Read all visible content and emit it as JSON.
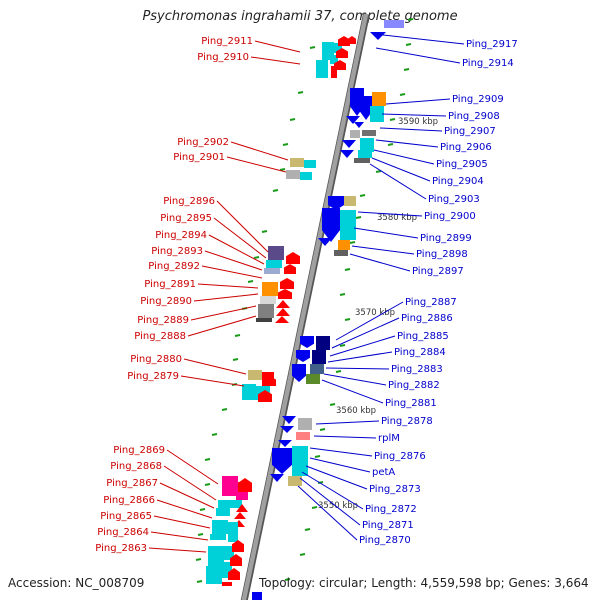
{
  "title": "Psychromonas ingrahamii 37, complete genome",
  "footer": {
    "accession": "Accession: NC_008709",
    "topology": "Topology: circular; Length: 4,559,598 bp; Genes: 3,664"
  },
  "colors": {
    "left_label": "#cc0000",
    "right_label": "#0000cc",
    "backbone_fill": "#a0a0a0",
    "backbone_edge": "#555555",
    "tick": "#1a9b1a",
    "red_gene": "#ff0000",
    "blue_gene": "#0000ee",
    "cyan_gene": "#00d0d8",
    "orange_gene": "#ff9000",
    "olive_gene": "#c8b870",
    "grey_gene": "#b0b0b0",
    "navy_gene": "#000080",
    "magenta_gene": "#ff0090"
  },
  "kbp_labels": [
    "3590 kbp",
    "3580 kbp",
    "3570 kbp",
    "3560 kbp",
    "3550 kbp"
  ],
  "left_labels": [
    "Ping_2911",
    "Ping_2910",
    "Ping_2902",
    "Ping_2901",
    "Ping_2896",
    "Ping_2895",
    "Ping_2894",
    "Ping_2893",
    "Ping_2892",
    "Ping_2891",
    "Ping_2890",
    "Ping_2889",
    "Ping_2888",
    "Ping_2880",
    "Ping_2879",
    "Ping_2869",
    "Ping_2868",
    "Ping_2867",
    "Ping_2866",
    "Ping_2865",
    "Ping_2864",
    "Ping_2863"
  ],
  "right_labels": [
    "Ping_2917",
    "Ping_2914",
    "Ping_2909",
    "Ping_2908",
    "Ping_2907",
    "Ping_2906",
    "Ping_2905",
    "Ping_2904",
    "Ping_2903",
    "Ping_2900",
    "Ping_2899",
    "Ping_2898",
    "Ping_2897",
    "Ping_2887",
    "Ping_2886",
    "Ping_2885",
    "Ping_2884",
    "Ping_2883",
    "Ping_2882",
    "Ping_2881",
    "Ping_2878",
    "rplM",
    "Ping_2876",
    "petA",
    "Ping_2873",
    "Ping_2872",
    "Ping_2871",
    "Ping_2870"
  ]
}
